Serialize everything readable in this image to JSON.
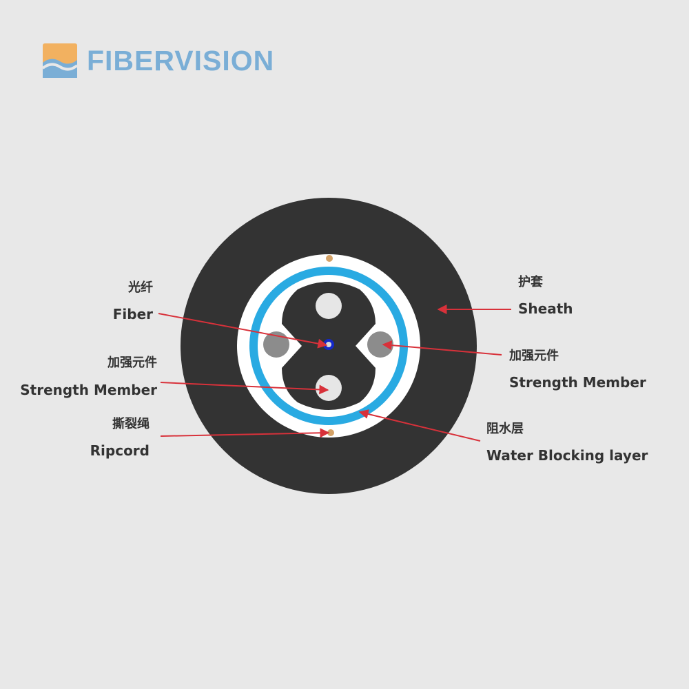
{
  "brand": {
    "name": "FIBERVISION",
    "colors": {
      "text": "#7aaed6",
      "mark_orange": "#f2b160",
      "mark_blue": "#7aaed6"
    }
  },
  "labels": {
    "fiber": {
      "cn": "光纤",
      "en": "Fiber"
    },
    "strength_left": {
      "cn": "加强元件",
      "en": "Strength Member"
    },
    "ripcord": {
      "cn": "撕裂绳",
      "en": "Ripcord"
    },
    "sheath": {
      "cn": "护套",
      "en": "Sheath"
    },
    "strength_right": {
      "cn": "加强元件",
      "en": "Strength Member"
    },
    "water_blocking": {
      "cn": "阻水层",
      "en": "Water Blocking layer"
    }
  },
  "colors": {
    "background": "#e8e8e8",
    "sheath": "#333333",
    "water_blocking": "#29aae2",
    "ring_white": "#ffffff",
    "strength_member": "#8c8c8c",
    "ripcord": "#d4a267",
    "fiber": "#1428c8",
    "arrow": "#d8313a"
  }
}
